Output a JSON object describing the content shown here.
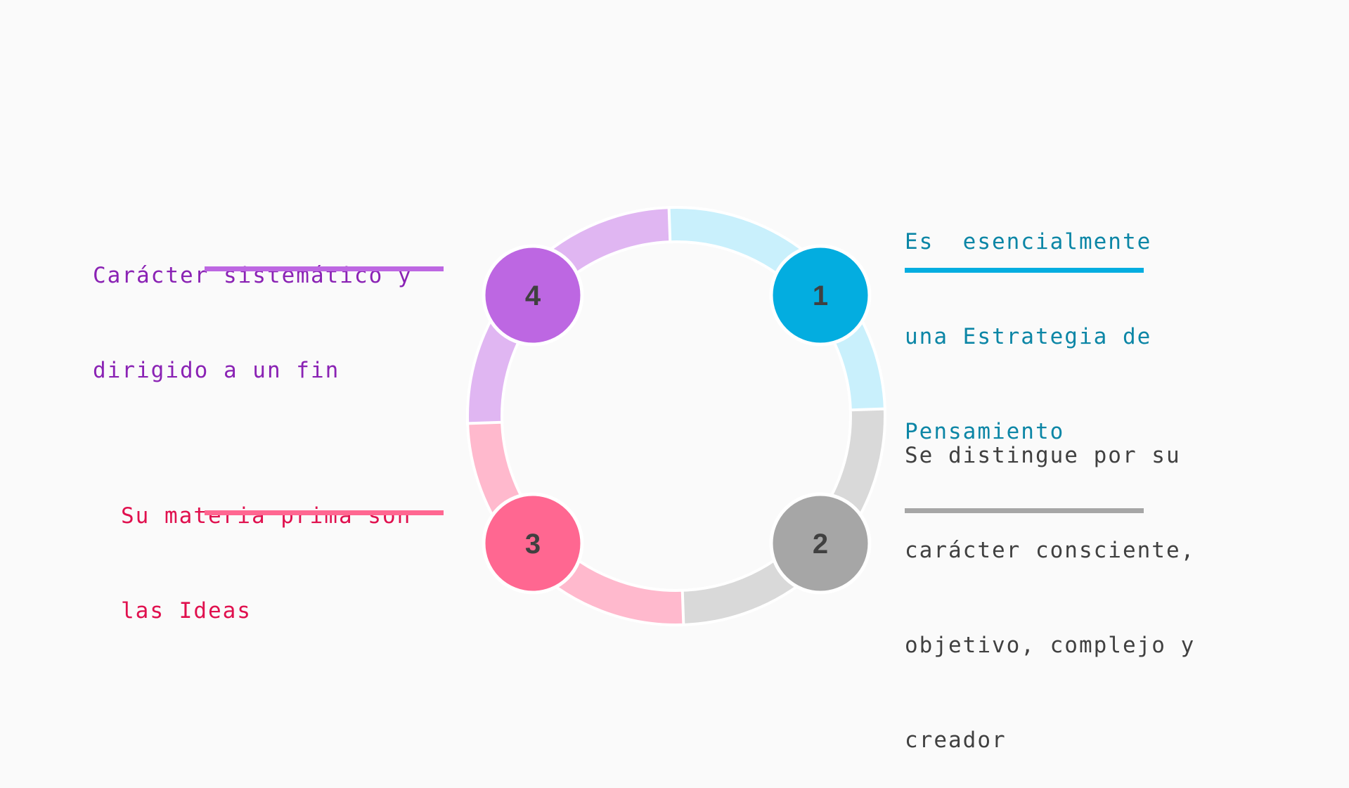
{
  "colors": {
    "background": "#fafafa",
    "step1": "#03ade0",
    "step1_light": "#c9f0fc",
    "step1_text": "#0c86a6",
    "step2": "#a6a6a6",
    "step2_light": "#d9d9d9",
    "step2_text": "#404040",
    "step3": "#ff6791",
    "step3_light": "#ffb9cd",
    "step3_text": "#e0104e",
    "step4": "#bd67e2",
    "step4_light": "#e0b6f2",
    "step4_text": "#8a22b4"
  },
  "steps": [
    {
      "number": "1",
      "text_lines": [
        "Es  esencialmente",
        "una Estrategia de",
        "Pensamiento"
      ]
    },
    {
      "number": "2",
      "text_lines": [
        "Se distingue por su",
        "carácter consciente,",
        "objetivo, complejo y",
        "creador"
      ]
    },
    {
      "number": "3",
      "text_lines": [
        "Su materia prima son",
        "las Ideas"
      ]
    },
    {
      "number": "4",
      "text_lines": [
        "Carácter sistemático y",
        "dirigido a un fin"
      ]
    }
  ]
}
